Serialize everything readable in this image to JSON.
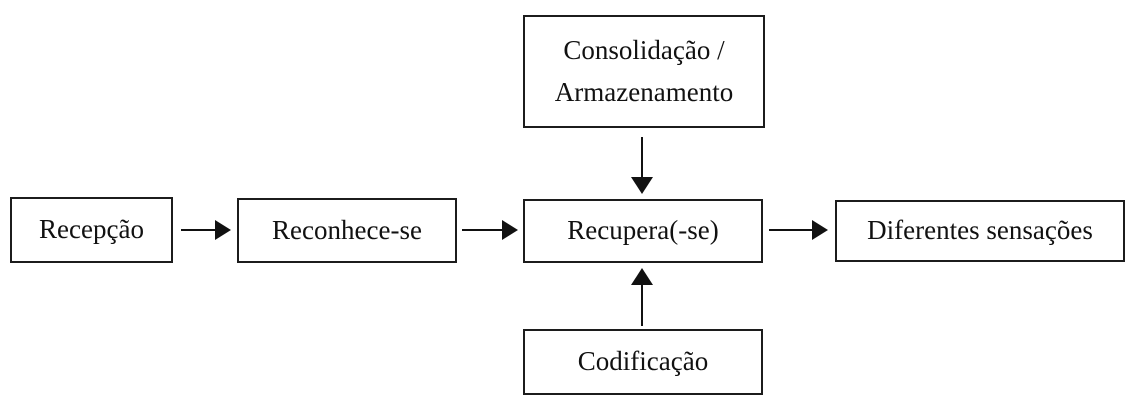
{
  "diagram": {
    "title": "memory-process-flowchart",
    "colors": {
      "background": "#ffffff",
      "box_border": "#1c1c1c",
      "text": "#111111",
      "arrow": "#111111"
    },
    "nodes": {
      "consolidacao": {
        "label_line1": "Consolidação /",
        "label_line2": "Armazenamento"
      },
      "recepcao": {
        "label": "Recepção"
      },
      "reconhece": {
        "label": "Reconhece-se"
      },
      "recupera": {
        "label": "Recupera(-se)"
      },
      "diferentes": {
        "label": "Diferentes sensações"
      },
      "codificacao": {
        "label": "Codificação"
      }
    },
    "edges": [
      {
        "from": "recepcao",
        "to": "reconhece",
        "direction": "right"
      },
      {
        "from": "reconhece",
        "to": "recupera",
        "direction": "right"
      },
      {
        "from": "recupera",
        "to": "diferentes",
        "direction": "right"
      },
      {
        "from": "consolidacao",
        "to": "recupera",
        "direction": "down"
      },
      {
        "from": "codificacao",
        "to": "recupera",
        "direction": "up"
      }
    ]
  }
}
